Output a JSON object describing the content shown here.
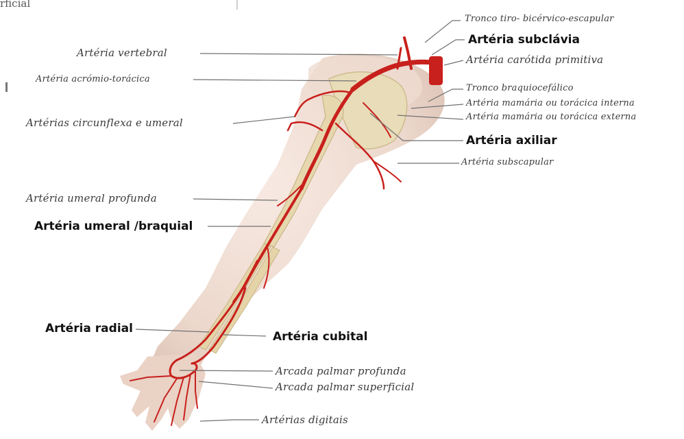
{
  "corner_text": "rficial",
  "labels": {
    "tronco_tiro": "Tronco tiro- bicérvico-escapular",
    "subclavia": "Artéria subclávia",
    "carotida": "Artéria carótida primitiva",
    "vertebral": "Artéria vertebral",
    "acromio": "Artéria acrómio-torácica",
    "braquiocefalico": "Tronco braquiocefálico",
    "mamaria_interna": "Artéria mamária ou torácica interna",
    "mamaria_externa": "Artéria mamária ou torácica externa",
    "circunflexa": "Artérias circunflexa e umeral",
    "axilar": "Artéria axiliar",
    "subescapular": "Artéria subscapular",
    "umeral_profunda": "Artéria umeral profunda",
    "umeral_braquial": "Artéria umeral /braquial",
    "radial": "Artéria radial",
    "cubital": "Artéria cubital",
    "arcada_profunda": "Arcada palmar profunda",
    "arcada_superficial": "Arcada palmar superficial",
    "digitais": "Artérias digitais"
  },
  "colors": {
    "artery": "#c8201c",
    "artery_dark": "#9c1512",
    "skin": "#eed9cf",
    "bone": "#e6d9b4",
    "leader": "#707070"
  }
}
